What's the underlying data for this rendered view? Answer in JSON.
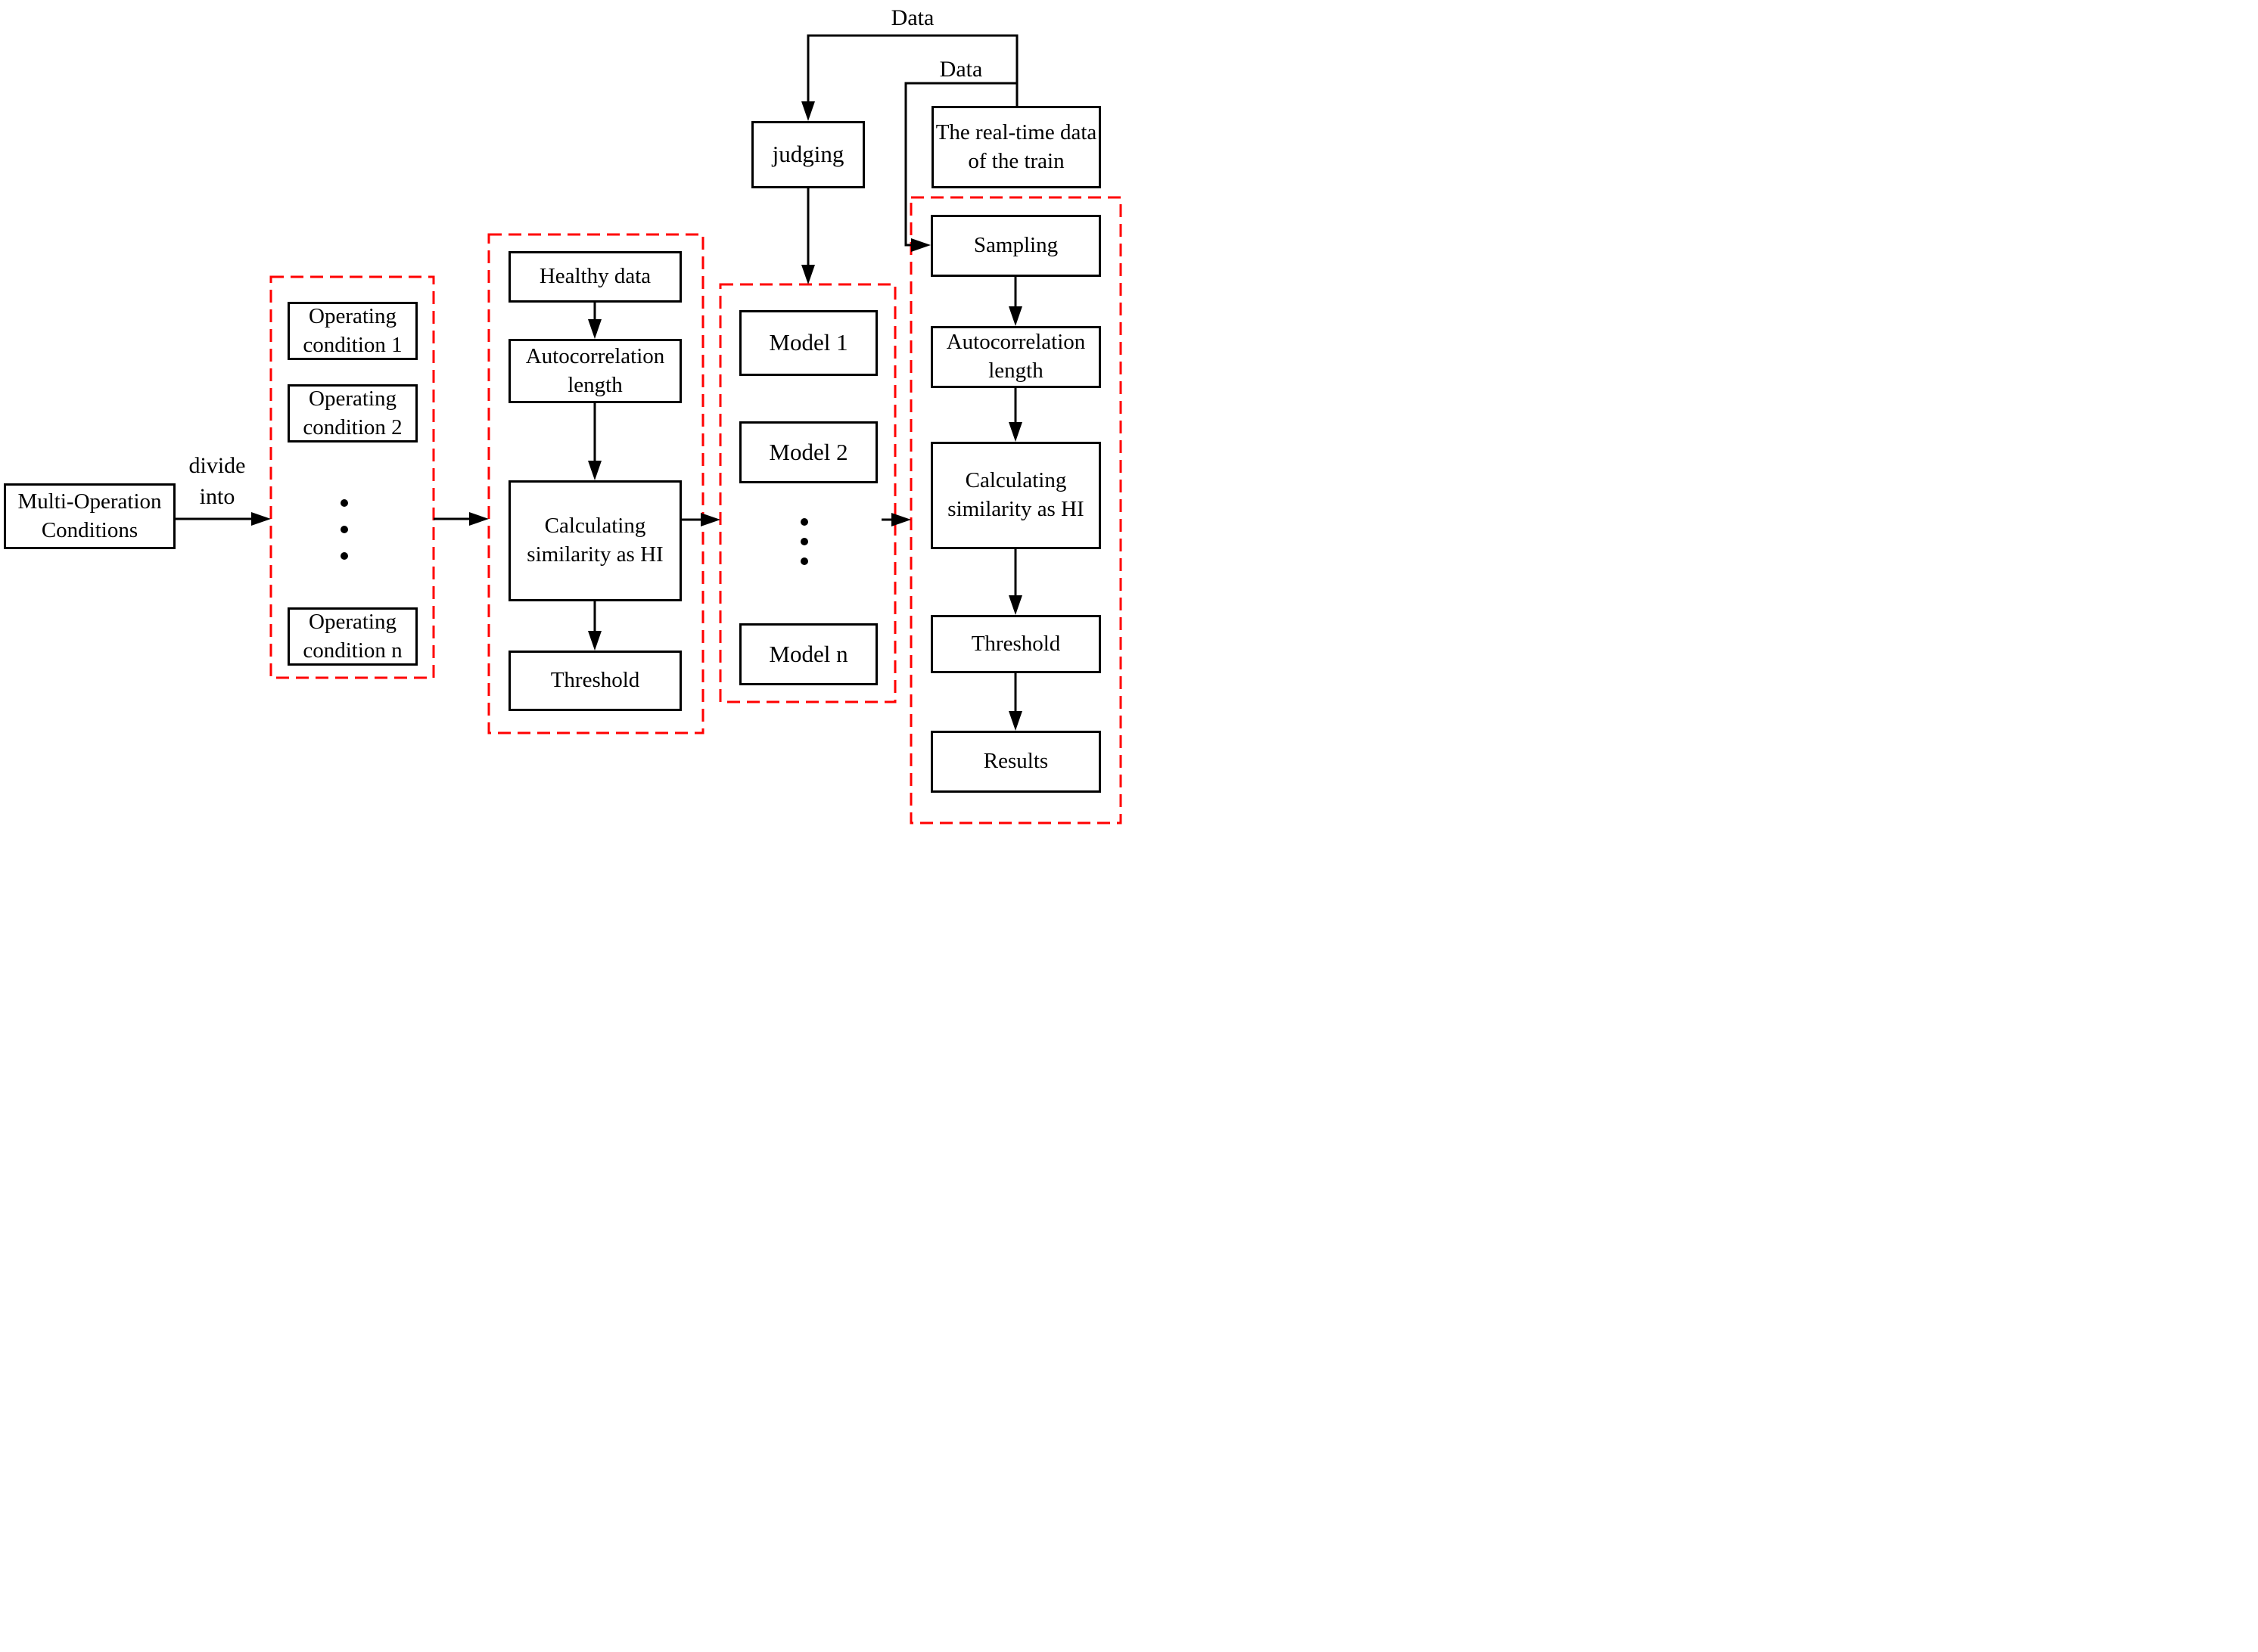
{
  "colors": {
    "dashed_box": "#ff0000",
    "line": "#000000",
    "node_border": "#000000",
    "background": "#ffffff"
  },
  "labels": {
    "data_top": "Data",
    "data_mid": "Data",
    "divide_line1": "divide",
    "divide_line2": "into"
  },
  "nodes": {
    "multi_op": "Multi-Operation Conditions",
    "judging": "judging",
    "realtime": "The real-time data of the train"
  },
  "conditions_group": {
    "items": [
      "Operating condition 1",
      "Operating condition 2",
      "Operating condition n"
    ]
  },
  "training_group": {
    "items": [
      "Healthy data",
      "Autocorrelation length",
      "Calculating similarity as HI",
      "Threshold"
    ]
  },
  "models_group": {
    "items": [
      "Model 1",
      "Model 2",
      "Model n"
    ]
  },
  "online_group": {
    "items": [
      "Sampling",
      "Autocorrelation length",
      "Calculating similarity as HI",
      "Threshold",
      "Results"
    ]
  }
}
